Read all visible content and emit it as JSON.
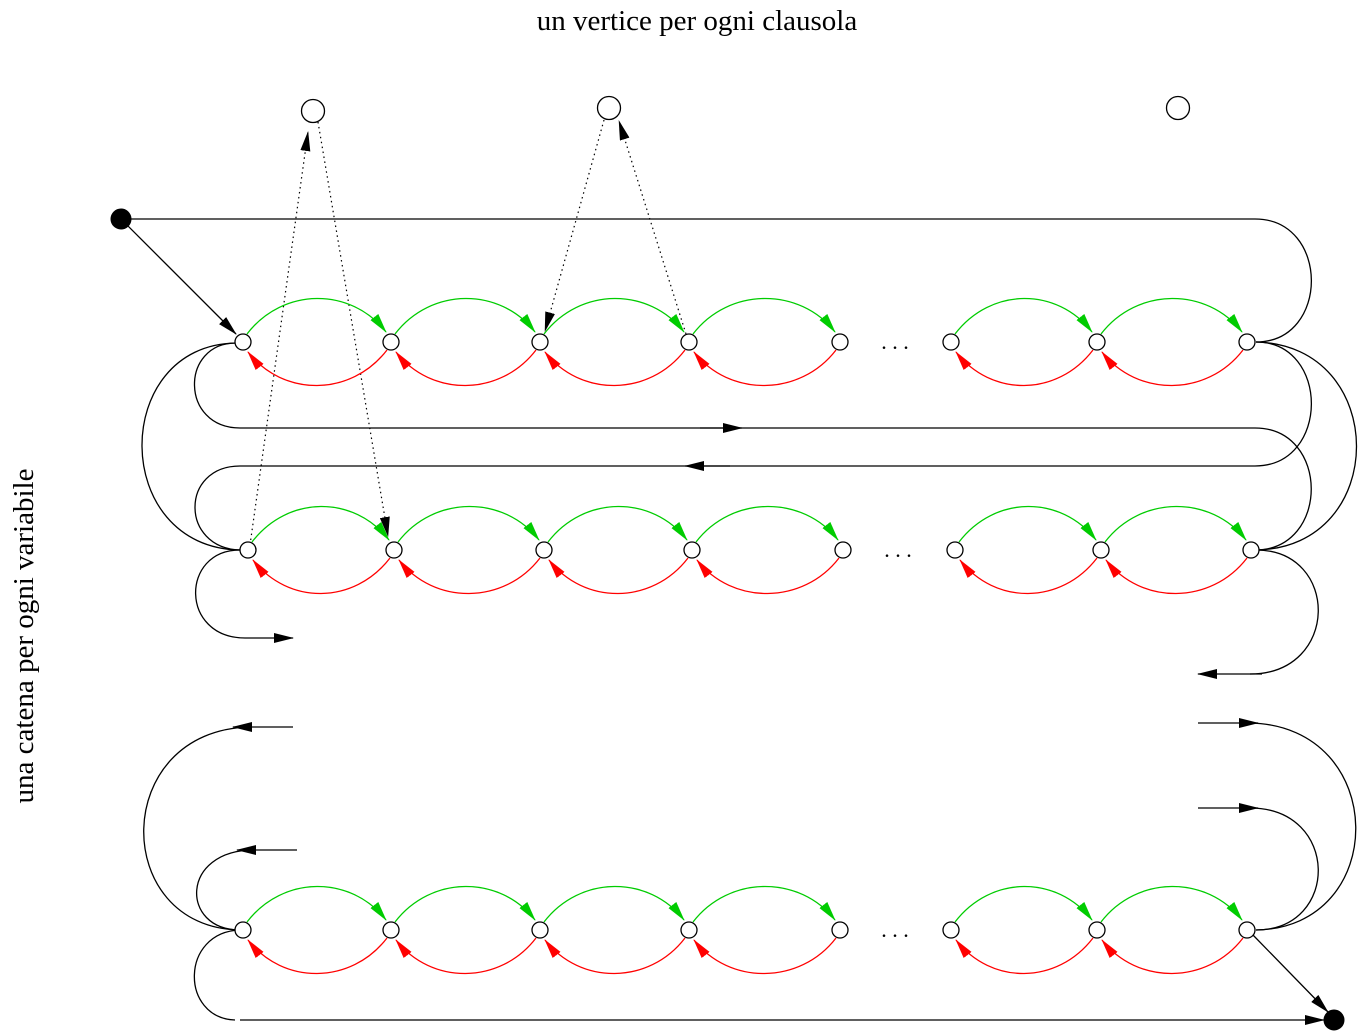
{
  "title_top": "un vertice per ogni clausola",
  "title_side": "una catena per ogni variabile",
  "ellipsis": ". . .",
  "colors": {
    "forward_edge": "#00cc00",
    "backward_edge": "#ff0000",
    "structure": "#000000",
    "node_fill": "#ffffff"
  },
  "clause_vertices": 3,
  "variable_chains": 3,
  "chain_nodes_before_gap": 5,
  "chain_nodes_after_gap": 3
}
